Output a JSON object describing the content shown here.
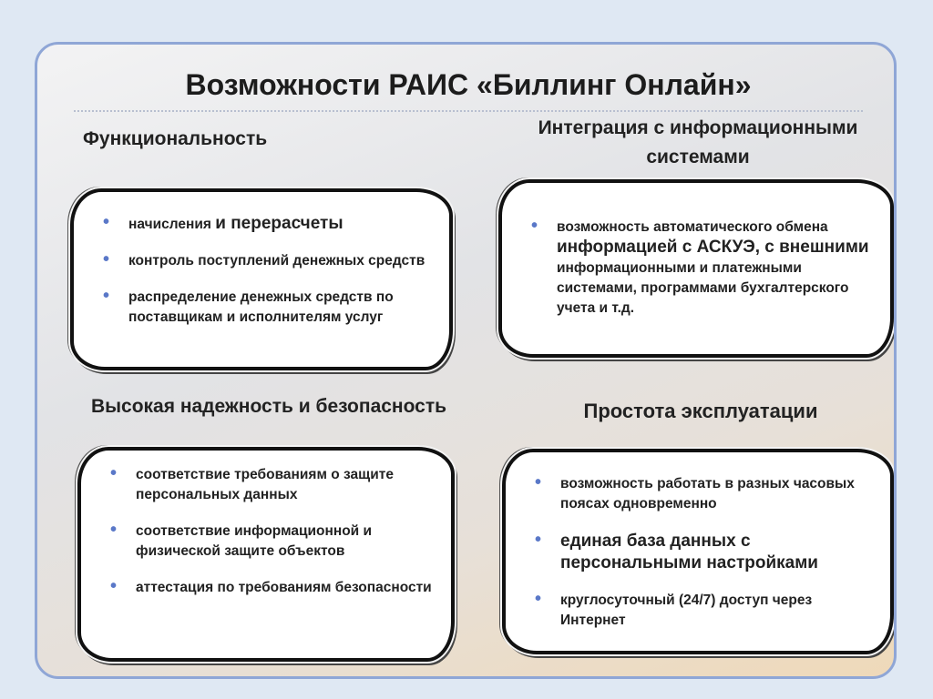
{
  "title": "Возможности РАИС «Биллинг Онлайн»",
  "sections": [
    {
      "heading": "Функциональность",
      "items": [
        {
          "small": "начисления ",
          "big": "и перерасчеты"
        },
        {
          "text": "контроль поступлений денежных средств"
        },
        {
          "text": "распределение денежных средств по поставщикам и исполнителям услуг"
        }
      ]
    },
    {
      "heading": "Интеграция с информационными системами",
      "items": [
        {
          "line1": "возможность автоматического обмена",
          "big": "информацией с АСКУЭ, с внешними",
          "rest": "информационными и платежными системами, программами бухгалтерского учета и т.д."
        }
      ]
    },
    {
      "heading": "Высокая надежность и безопасность",
      "items": [
        {
          "text": "соответствие требованиям о защите персональных данных"
        },
        {
          "text": "соответствие информационной и физической защите объектов"
        },
        {
          "text": "аттестация по требованиям безопасности"
        }
      ]
    },
    {
      "heading": "Простота эксплуатации",
      "items": [
        {
          "text": "возможность работать в разных часовых поясах одновременно"
        },
        {
          "text": "единая база данных с персональными настройками"
        },
        {
          "text": "круглосуточный (24/7) доступ через Интернет"
        }
      ]
    }
  ],
  "colors": {
    "bullet": "#5a78c8",
    "frame": "#8fa6d6",
    "background": "#dfe8f3"
  }
}
